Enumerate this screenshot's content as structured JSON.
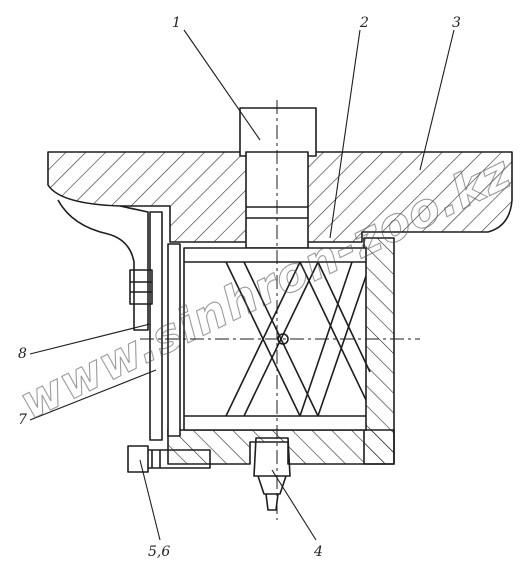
{
  "watermark": "www.sinhron-zoo.kz",
  "callouts": {
    "c1": "1",
    "c2": "2",
    "c3": "3",
    "c4": "4",
    "c56": "5,6",
    "c7": "7",
    "c8": "8"
  },
  "colors": {
    "line": "#1e1e1e",
    "hatch": "#2a2a2a",
    "background": "#ffffff"
  }
}
